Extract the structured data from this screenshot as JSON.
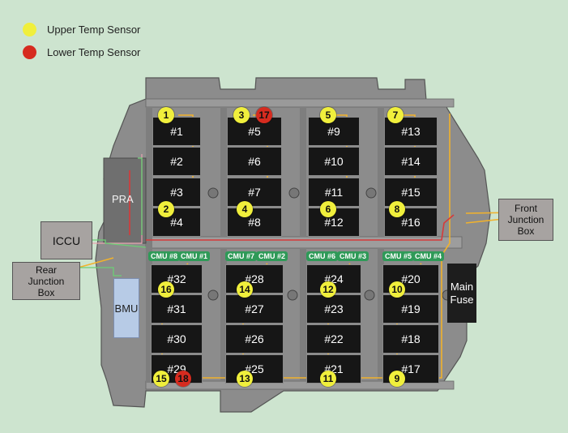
{
  "legend": {
    "upper": {
      "label": "Upper Temp Sensor",
      "color": "#f0ef3c"
    },
    "lower": {
      "label": "Lower Temp Sensor",
      "color": "#d62b1f"
    }
  },
  "boxes": {
    "iccu": "ICCU",
    "rear_junction_box": "Rear Junction Box",
    "front_junction_box": "Front Junction Box",
    "bmu": "BMU",
    "main_fuse": "Main Fuse",
    "pra": "PRA"
  },
  "modules": [
    "#1",
    "#2",
    "#3",
    "#4",
    "#5",
    "#6",
    "#7",
    "#8",
    "#9",
    "#10",
    "#11",
    "#12",
    "#13",
    "#14",
    "#15",
    "#16",
    "#17",
    "#18",
    "#19",
    "#20",
    "#21",
    "#22",
    "#23",
    "#24",
    "#25",
    "#26",
    "#27",
    "#28",
    "#29",
    "#30",
    "#31",
    "#32"
  ],
  "cmus": [
    "CMU #8",
    "CMU #1",
    "CMU #7",
    "CMU #2",
    "CMU #6",
    "CMU #3",
    "CMU #5",
    "CMU #4"
  ],
  "sensors": [
    {
      "label": "1",
      "type": "upper"
    },
    {
      "label": "2",
      "type": "upper"
    },
    {
      "label": "3",
      "type": "upper"
    },
    {
      "label": "17",
      "type": "lower"
    },
    {
      "label": "4",
      "type": "upper"
    },
    {
      "label": "5",
      "type": "upper"
    },
    {
      "label": "6",
      "type": "upper"
    },
    {
      "label": "7",
      "type": "upper"
    },
    {
      "label": "8",
      "type": "upper"
    },
    {
      "label": "16",
      "type": "upper"
    },
    {
      "label": "14",
      "type": "upper"
    },
    {
      "label": "12",
      "type": "upper"
    },
    {
      "label": "10",
      "type": "upper"
    },
    {
      "label": "15",
      "type": "upper"
    },
    {
      "label": "18",
      "type": "lower"
    },
    {
      "label": "13",
      "type": "upper"
    },
    {
      "label": "11",
      "type": "upper"
    },
    {
      "label": "9",
      "type": "upper"
    }
  ]
}
